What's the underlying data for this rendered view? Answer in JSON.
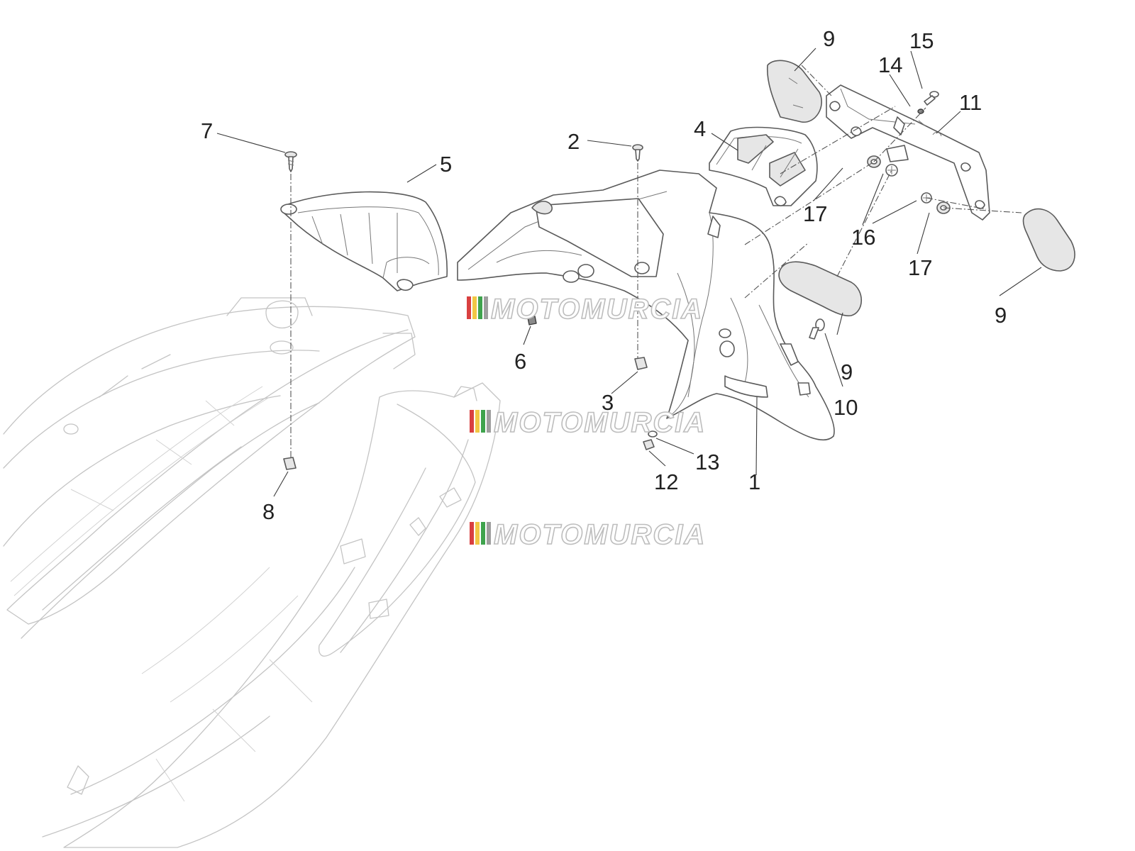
{
  "diagram": {
    "type": "exploded-parts-diagram",
    "watermark_text": "MOTOMURCIA",
    "watermark_colors": [
      "#d94040",
      "#f2c744",
      "#3fa34d",
      "#9e9e9e"
    ],
    "callouts": [
      "1",
      "2",
      "3",
      "4",
      "5",
      "6",
      "7",
      "8",
      "9",
      "9",
      "9",
      "10",
      "11",
      "12",
      "13",
      "14",
      "15",
      "16",
      "17",
      "17"
    ]
  }
}
